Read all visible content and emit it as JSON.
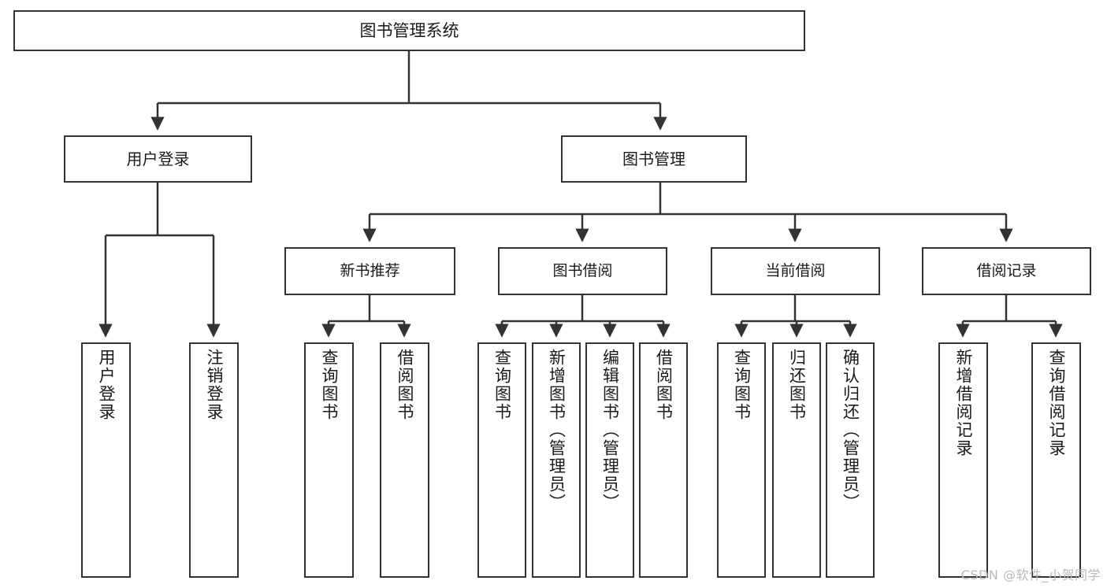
{
  "diagram": {
    "title": "图书管理系统",
    "type": "tree-hierarchy-chart",
    "colors": {
      "box_border": "#333333",
      "box_fill": "#ffffff",
      "connector": "#333333",
      "text": "#1a1a1a",
      "watermark": "#b9b9b9",
      "canvas": "#ffffff"
    },
    "root": {
      "label": "图书管理系统"
    },
    "level2": [
      {
        "label": "用户登录"
      },
      {
        "label": "图书管理"
      }
    ],
    "level3": [
      {
        "label": "新书推荐"
      },
      {
        "label": "图书借阅"
      },
      {
        "label": "当前借阅"
      },
      {
        "label": "借阅记录"
      }
    ],
    "leaves": {
      "user_login": [
        {
          "label": "用户登录"
        },
        {
          "label": "注销登录"
        }
      ],
      "new_book_recommend": [
        {
          "label": "查询图书"
        },
        {
          "label": "借阅图书"
        }
      ],
      "book_borrow": [
        {
          "label": "查询图书"
        },
        {
          "label": "新增图书（管理员）"
        },
        {
          "label": "编辑图书（管理员）"
        },
        {
          "label": "借阅图书"
        }
      ],
      "current_borrow": [
        {
          "label": "查询图书"
        },
        {
          "label": "归还图书"
        },
        {
          "label": "确认归还（管理员）"
        }
      ],
      "borrow_records": [
        {
          "label": "新增借阅记录"
        },
        {
          "label": "查询借阅记录"
        }
      ]
    }
  },
  "watermark": {
    "text": "CSDN @软件_小贺同学"
  }
}
